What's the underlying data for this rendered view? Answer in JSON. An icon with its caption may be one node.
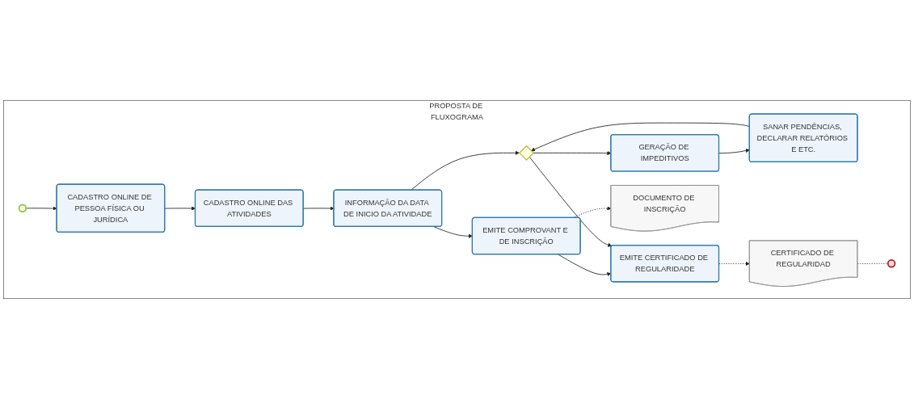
{
  "diagram": {
    "nodes": [
      {
        "text": [
          "PROPOSTA DE FLUXOGRAMA"
        ]
      },
      {
        "text": [],
        "shape": "circle",
        "in": 0
      },
      {
        "text": [
          "CADASTRO ONLINE DE PESSOA FÍSICA OU JURÍDICA"
        ],
        "in": 0
      },
      {
        "text": [
          "CADASTRO ONLINE DAS ATIVIDADES"
        ],
        "in": 0
      },
      {
        "text": [
          "INFORMAÇÃO DA DATA DE INICIO DA ATIVIDADE"
        ],
        "in": 0
      },
      {
        "text": [],
        "shape": "diamond",
        "in": 0
      },
      {
        "text": [
          "GERAÇÃO DE IMPEDITIVOS"
        ],
        "in": 0
      },
      {
        "text": [
          "SANAR PENDÊNCIAS, DECLARAR RELATÓRIOS E ETC."
        ],
        "in": 0
      },
      {
        "text": [
          "EMITE COMPROVANT E DE INSCRIÇÃO"
        ],
        "in": 0
      },
      {
        "text": [
          "EMITE CERTIFICADO DE REGULARIDADE"
        ],
        "in": 0
      },
      {
        "text": [
          "DOCUMENTO DE INSCRIÇÃO"
        ],
        "in": 0
      },
      {
        "text": [
          "CERTIFICADO DE REGULARIDAD"
        ],
        "in": 0
      },
      {
        "text": [],
        "shape": "circle",
        "in": 0
      }
    ],
    "edges": [
      {
        "from": 1,
        "to": 2,
        "arrow": "to"
      },
      {
        "from": 2,
        "to": 3,
        "arrow": "to"
      },
      {
        "from": 3,
        "to": 4,
        "arrow": "to"
      },
      {
        "from": 4,
        "to": 5,
        "arrow": "to"
      },
      {
        "from": 5,
        "to": 6,
        "arrow": "to"
      },
      {
        "from": 6,
        "to": 7,
        "arrow": "to"
      },
      {
        "from": 7,
        "to": 5,
        "arrow": "to"
      },
      {
        "from": 4,
        "to": 8,
        "arrow": "to"
      },
      {
        "from": 8,
        "to": 9,
        "arrow": "to"
      },
      {
        "from": 5,
        "to": 9,
        "arrow": "to"
      },
      {
        "from": 8,
        "to": 10,
        "arrow": "to",
        "style": "dashed"
      },
      {
        "from": 9,
        "to": 11,
        "arrow": "to",
        "style": "dashed"
      },
      {
        "from": 11,
        "to": 12,
        "arrow": "none",
        "style": "dashed"
      }
    ]
  }
}
